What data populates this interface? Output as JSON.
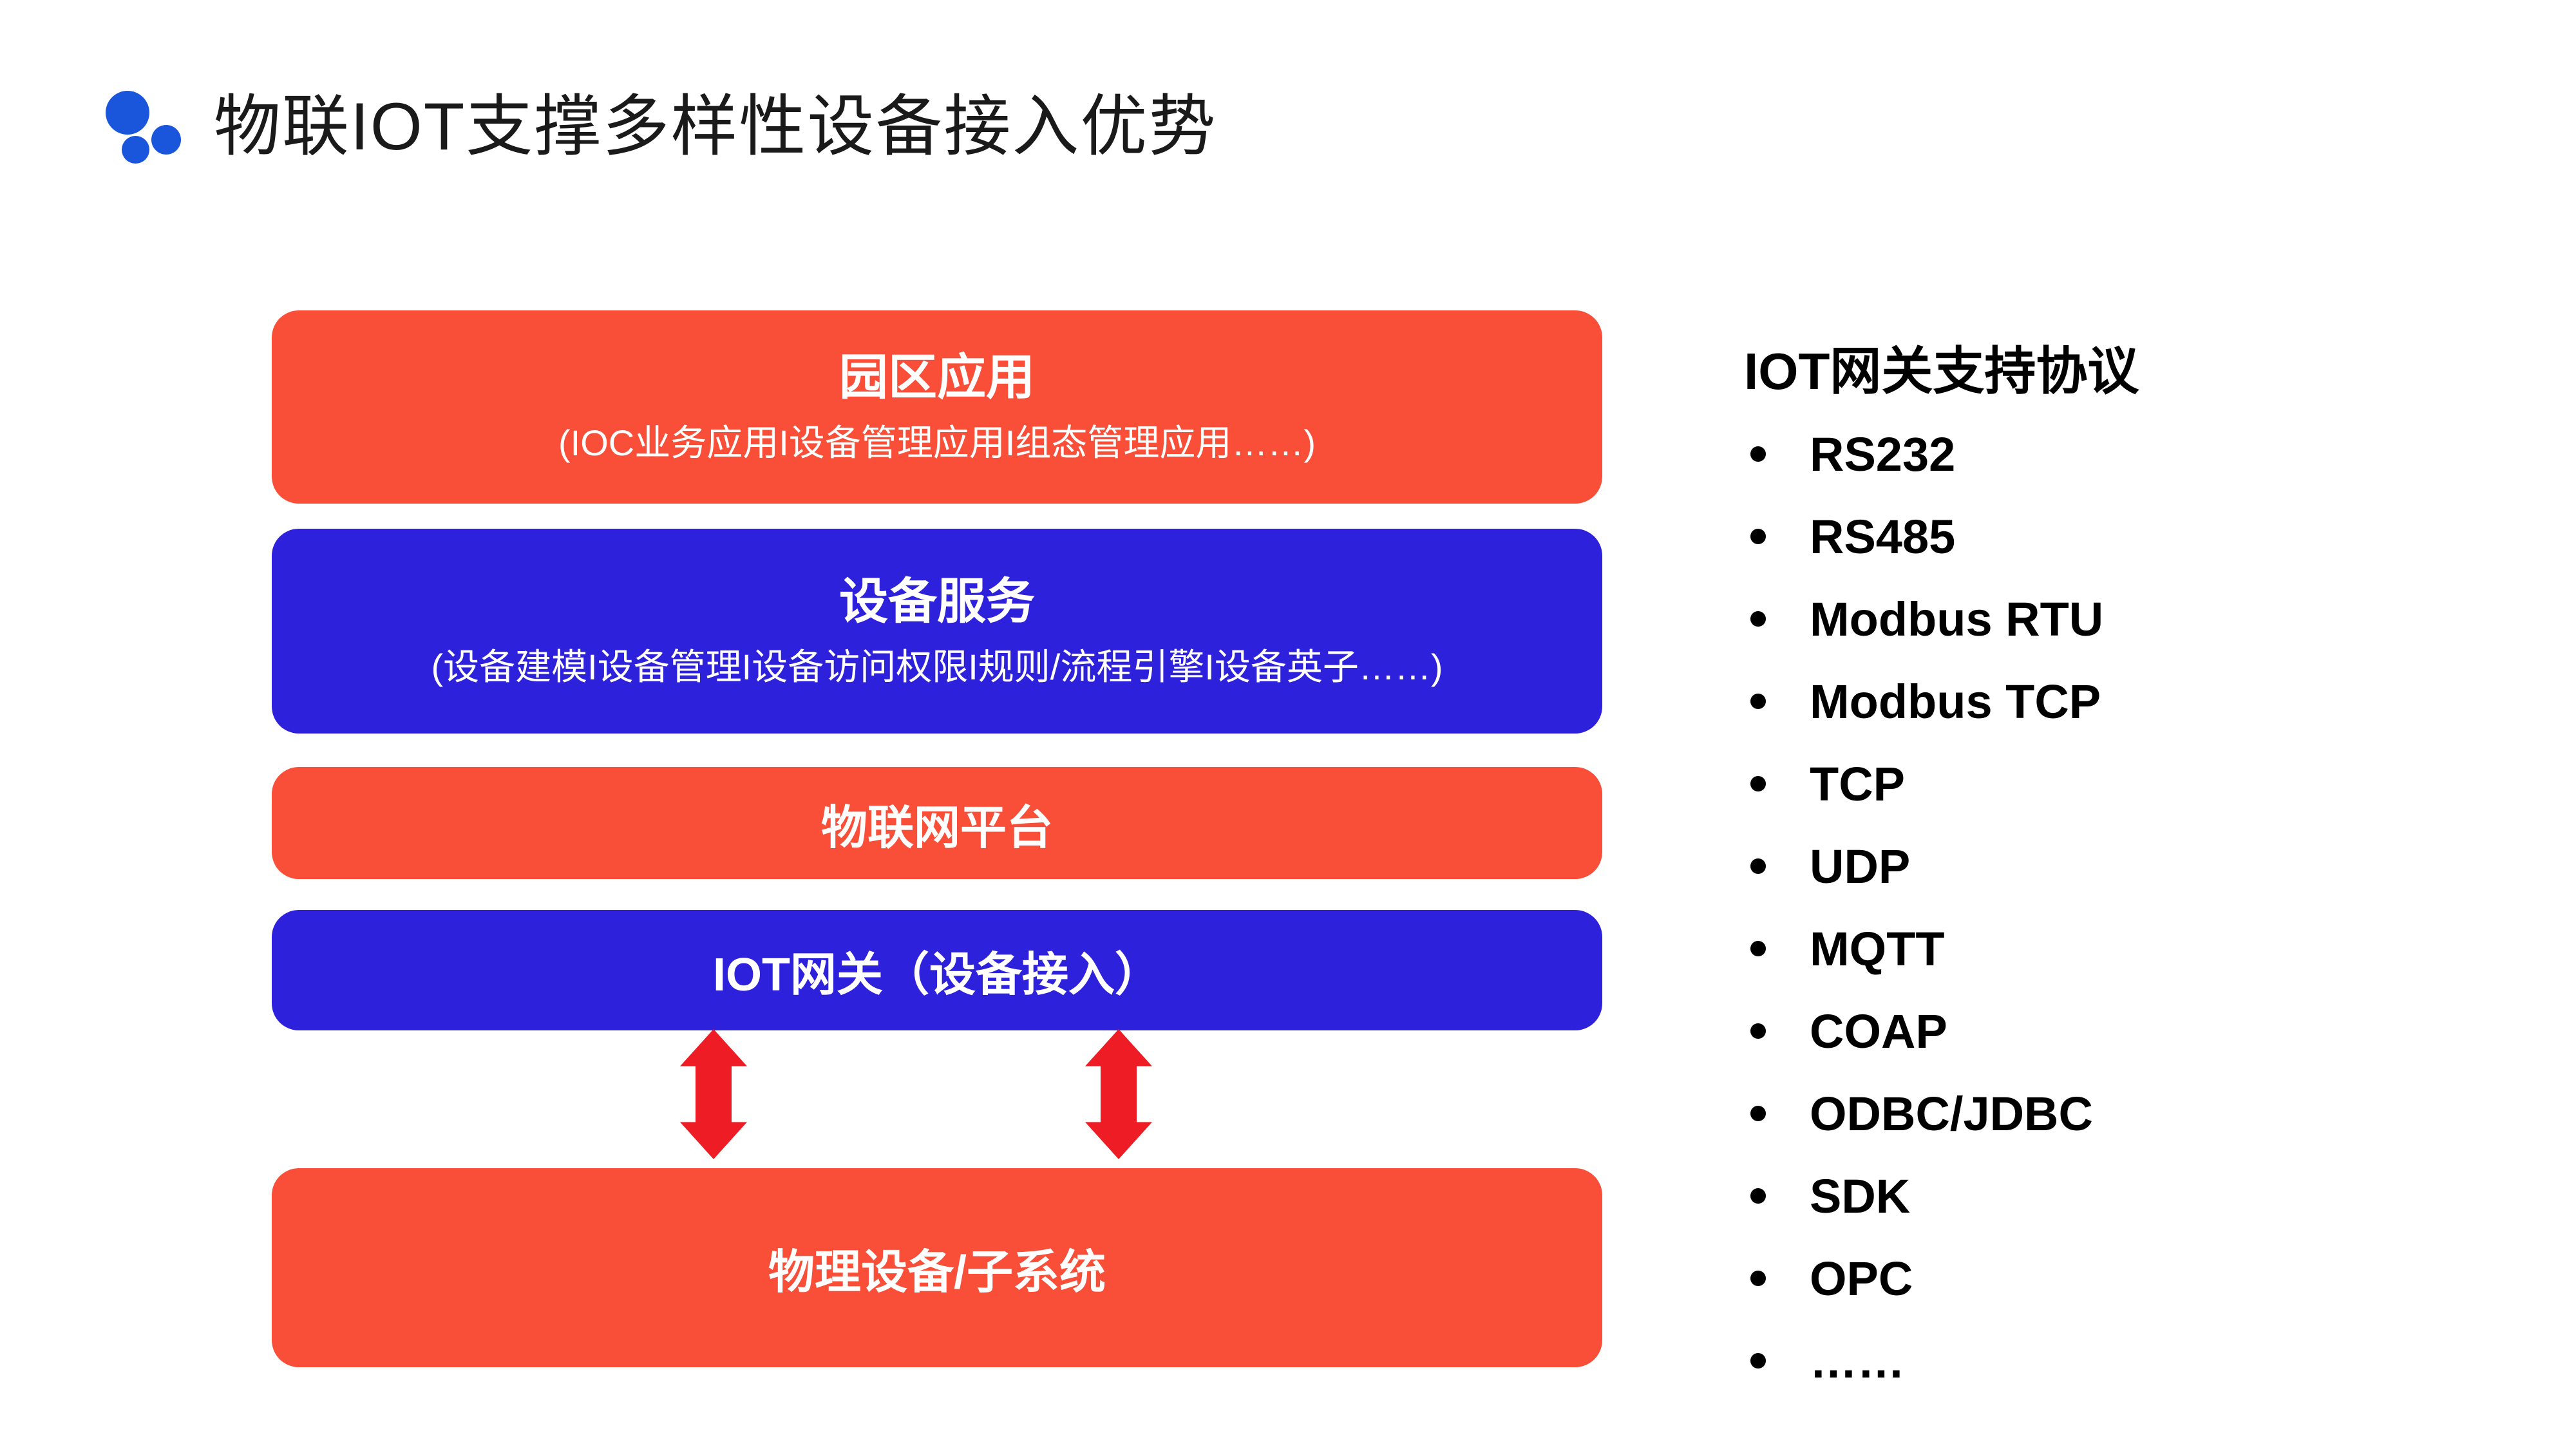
{
  "header": {
    "title": "物联IOT支撑多样性设备接入优势"
  },
  "stack": {
    "boxes": [
      {
        "title": "园区应用",
        "subtitle": "(IOC业务应用I设备管理应用I组态管理应用……)",
        "color": "#F94E38"
      },
      {
        "title": "设备服务",
        "subtitle": "(设备建模I设备管理I设备访问权限I规则/流程引擎I设备英子……)",
        "color": "#2E21DC"
      },
      {
        "title": "物联网平台",
        "color": "#F94E38"
      },
      {
        "title": "IOT网关（设备接入）",
        "color": "#2E21DC"
      },
      {
        "title": "物理设备/子系统",
        "color": "#F94E38"
      }
    ]
  },
  "protocols": {
    "heading": "IOT网关支持协议",
    "items": [
      "RS232",
      "RS485",
      "Modbus RTU",
      "Modbus TCP",
      "TCP",
      "UDP",
      "MQTT",
      "COAP",
      "ODBC/JDBC",
      "SDK",
      "OPC",
      "……"
    ]
  },
  "colors": {
    "box_red": "#F94E38",
    "box_blue": "#2E21DC",
    "arrow_red": "#EE1D25",
    "logo_blue": "#1A56DB",
    "text_black": "#1A1A1A"
  }
}
